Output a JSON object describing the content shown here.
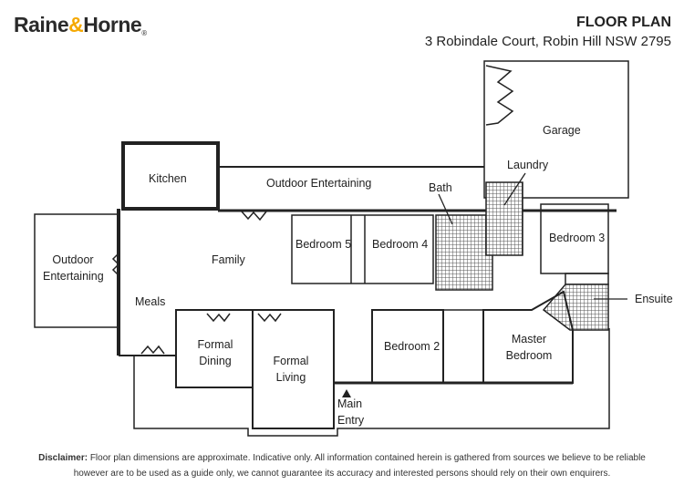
{
  "header": {
    "brand_part1": "Raine",
    "brand_amp": "&",
    "brand_part2": "Horne",
    "brand_reg": "®",
    "title": "FLOOR PLAN",
    "address": "3 Robindale Court, Robin Hill NSW 2795"
  },
  "colors": {
    "brand_dark": "#2b2b2b",
    "brand_accent": "#f5a800",
    "wall": "#222222",
    "tile": "#555555"
  },
  "rooms": {
    "garage": "Garage",
    "laundry": "Laundry",
    "kitchen": "Kitchen",
    "outdoor_entertaining_top": "Outdoor Entertaining",
    "bath": "Bath",
    "bedroom3": "Bedroom 3",
    "outdoor_entertaining_left_1": "Outdoor",
    "outdoor_entertaining_left_2": "Entertaining",
    "family": "Family",
    "bedroom5": "Bedroom 5",
    "bedroom4": "Bedroom 4",
    "ensuite": "Ensuite",
    "meals": "Meals",
    "formal_dining_1": "Formal",
    "formal_dining_2": "Dining",
    "formal_living_1": "Formal",
    "formal_living_2": "Living",
    "bedroom2": "Bedroom 2",
    "master_bedroom_1": "Master",
    "master_bedroom_2": "Bedroom",
    "main_entry_1": "Main",
    "main_entry_2": "Entry"
  },
  "disclaimer": {
    "label": "Disclaimer:",
    "line1": "Floor plan dimensions are approximate. Indicative only. All information contained herein is gathered from sources we believe to be reliable",
    "line2": "however are to be used as a guide only, we cannot guarantee its accuracy and interested persons should rely on their own enquirers."
  }
}
